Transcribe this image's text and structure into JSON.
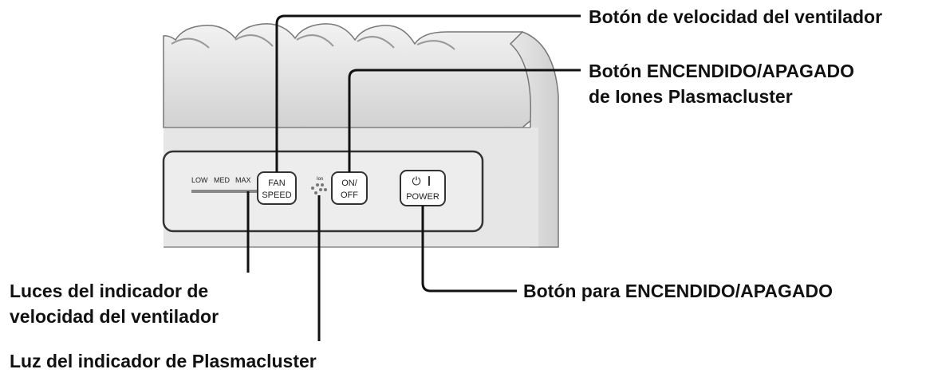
{
  "panel": {
    "indicator_labels": [
      "LOW",
      "MED",
      "MAX"
    ],
    "fan_button": [
      "FAN",
      "SPEED"
    ],
    "ion_button": [
      "ON/",
      "OFF"
    ],
    "ion_small_label": "Ion",
    "power_symbol": "⏻",
    "power_label": "POWER"
  },
  "callouts": {
    "fan_speed_button": "Botón de velocidad del ventilador",
    "ion_button_line1": "Botón ENCENDIDO/APAGADO",
    "ion_button_line2": "de Iones Plasmacluster",
    "power_button": "Botón para ENCENDIDO/APAGADO",
    "fan_indicator_line1": "Luces del indicador de",
    "fan_indicator_line2": "velocidad del ventilador",
    "plasma_indicator": "Luz del indicador de Plasmacluster"
  }
}
